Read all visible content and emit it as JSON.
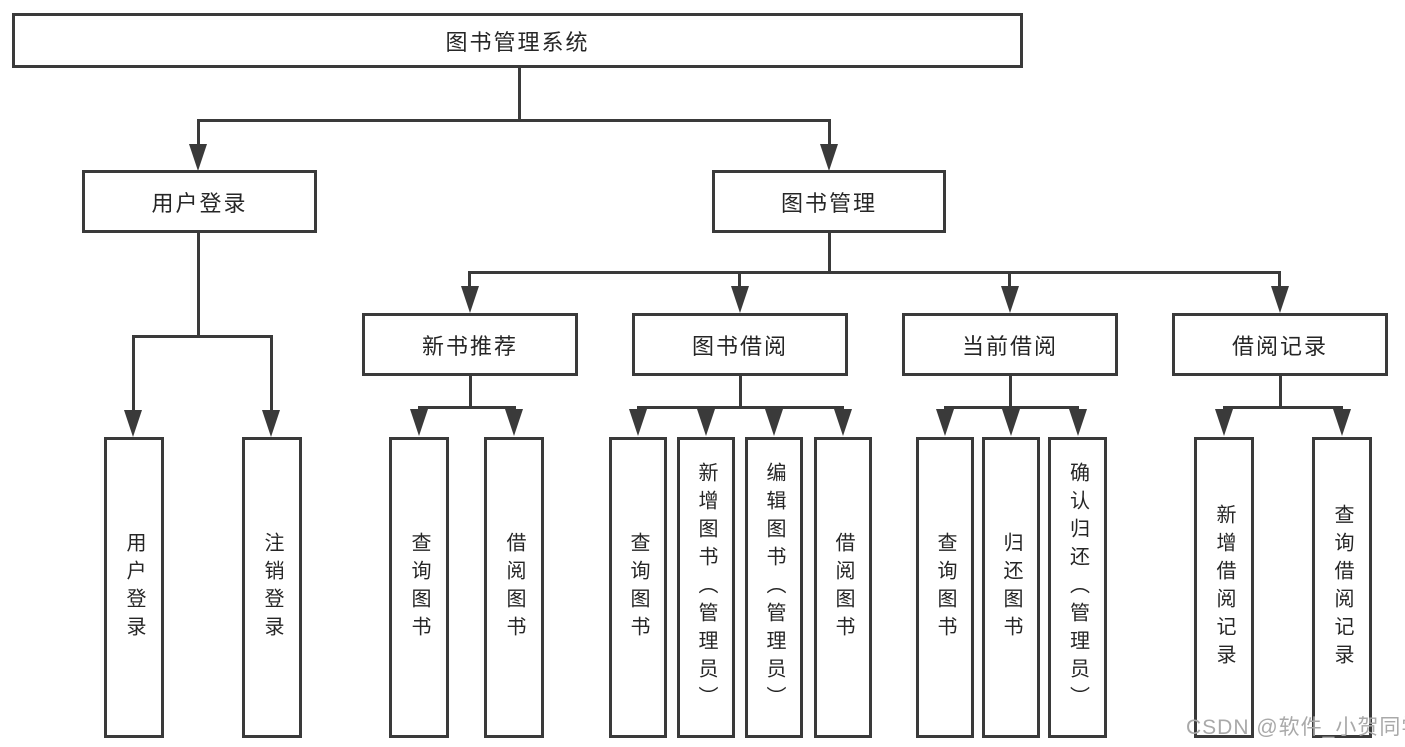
{
  "diagram": {
    "root": {
      "label": "图书管理系统"
    },
    "level2": [
      {
        "label": "用户登录"
      },
      {
        "label": "图书管理"
      }
    ],
    "level3": [
      {
        "label": "新书推荐",
        "parent": "图书管理"
      },
      {
        "label": "图书借阅",
        "parent": "图书管理"
      },
      {
        "label": "当前借阅",
        "parent": "图书管理"
      },
      {
        "label": "借阅记录",
        "parent": "图书管理"
      }
    ],
    "leaves": [
      {
        "label": "用户登录",
        "parent": "用户登录"
      },
      {
        "label": "注销登录",
        "parent": "用户登录"
      },
      {
        "label": "查询图书",
        "parent": "新书推荐"
      },
      {
        "label": "借阅图书",
        "parent": "新书推荐"
      },
      {
        "label": "查询图书",
        "parent": "图书借阅"
      },
      {
        "label": "新增图书（管理员）",
        "parent": "图书借阅"
      },
      {
        "label": "编辑图书（管理员）",
        "parent": "图书借阅"
      },
      {
        "label": "借阅图书",
        "parent": "图书借阅"
      },
      {
        "label": "查询图书",
        "parent": "当前借阅"
      },
      {
        "label": "归还图书",
        "parent": "当前借阅"
      },
      {
        "label": "确认归还（管理员）",
        "parent": "当前借阅"
      },
      {
        "label": "新增借阅记录",
        "parent": "借阅记录"
      },
      {
        "label": "查询借阅记录",
        "parent": "借阅记录"
      }
    ]
  },
  "watermark": {
    "text": "CSDN @软件_小贺同学"
  },
  "colors": {
    "line": "#3a3a3a",
    "text": "#262626",
    "background": "#ffffff",
    "watermark": "#a9a9a9"
  }
}
